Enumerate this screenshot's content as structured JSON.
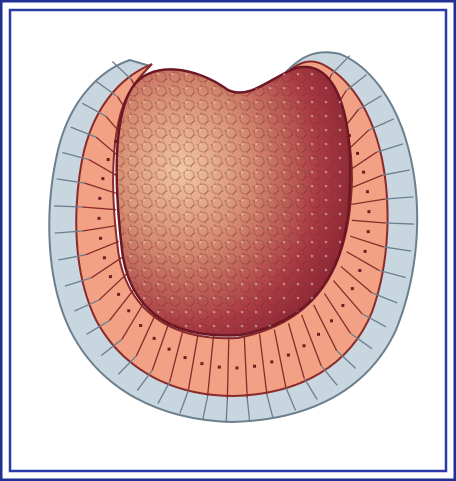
{
  "image": {
    "subject": "embryo-cross-section",
    "colors": {
      "outer_frame": "#1f2f92",
      "inner_frame": "#2a3aa6",
      "background": "#ffffff",
      "outer_cells": "#c7d6df",
      "outer_cell_edges": "#6c7f8c",
      "middle_cells": "#f2a184",
      "middle_cell_edges": "#8a2a2a",
      "cell_nucleus": "#6b1f1f",
      "yolk_light": "#e6b08e",
      "yolk_dark": "#8c2032",
      "yolk_edge": "#6d1624"
    },
    "layers": [
      "outer-cell-layer",
      "middle-cell-layer",
      "yolk-mass"
    ]
  }
}
